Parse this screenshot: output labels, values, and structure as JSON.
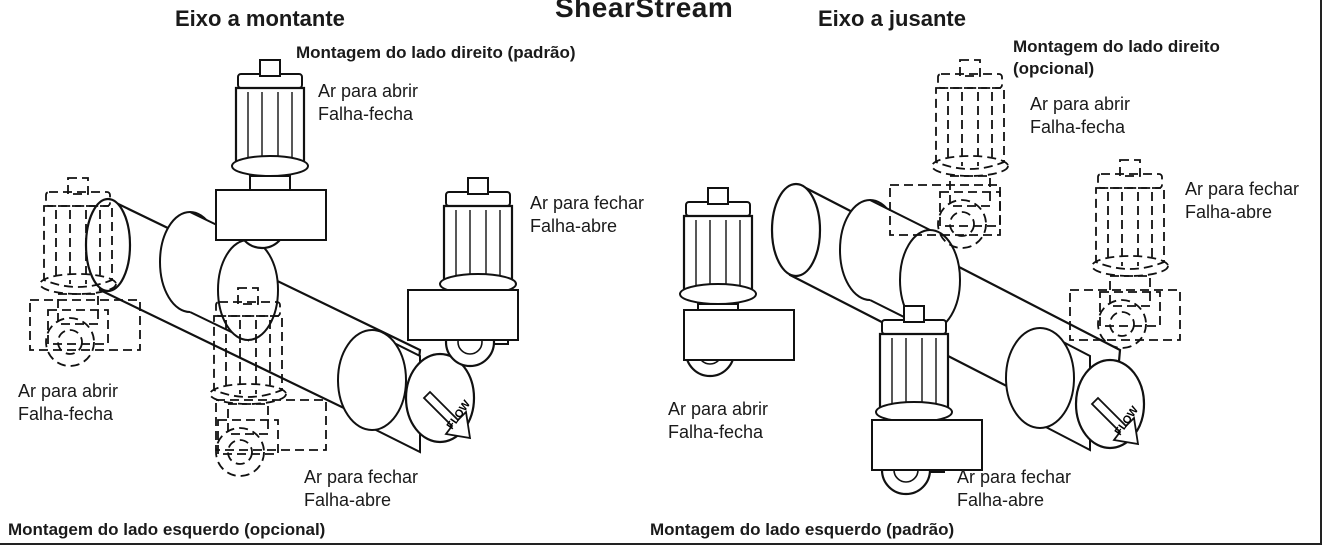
{
  "title": "ShearStream",
  "left": {
    "heading": "Eixo a montante",
    "mount_top": "Montagem do lado direito (padrão)",
    "mount_bottom": "Montagem do lado esquerdo (opcional)",
    "valve_top": "Ar para abrir\nFalha-fecha",
    "valve_right": "Ar para fechar\nFalha-abre",
    "valve_left": "Ar para abrir\nFalha-fecha",
    "valve_bottom": "Ar para fechar\nFalha-abre",
    "flow": "FLOW"
  },
  "right": {
    "heading": "Eixo a jusante",
    "mount_top": "Montagem do lado direito\n(opcional)",
    "mount_bottom": "Montagem do lado esquerdo (padrão)",
    "valve_top": "Ar para abrir\nFalha-fecha",
    "valve_right": "Ar para fechar\nFalha-abre",
    "valve_left": "Ar para abrir\nFalha-fecha",
    "valve_bottom": "Ar para fechar\nFalha-abre",
    "flow": "FLOW"
  }
}
